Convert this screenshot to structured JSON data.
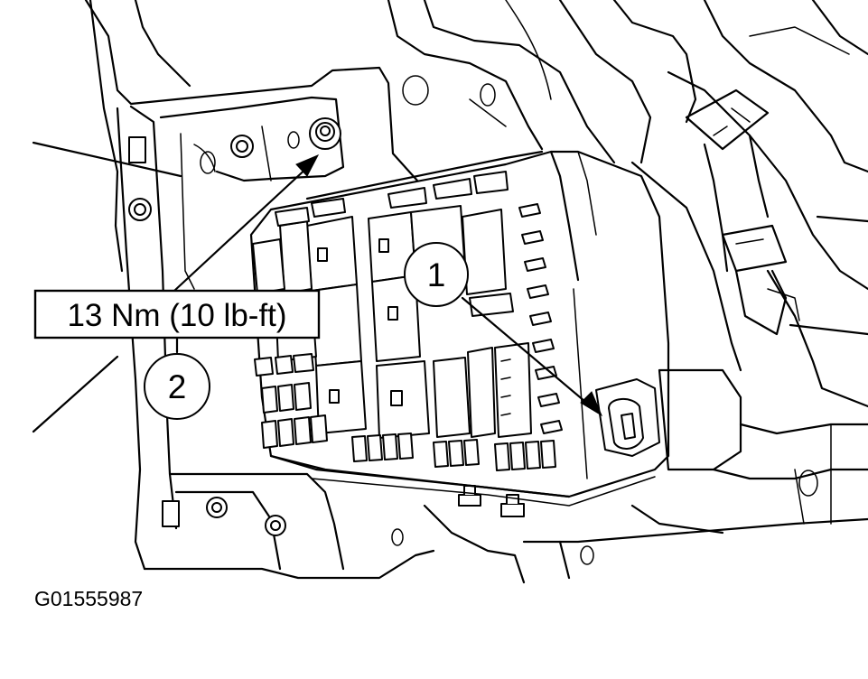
{
  "callouts": {
    "item_1": "1",
    "item_2": "2"
  },
  "torque_label": "13 Nm (10 lb-ft)",
  "figure_id": "G01555987",
  "colors": {
    "ink": "#000000",
    "paper": "#ffffff"
  }
}
